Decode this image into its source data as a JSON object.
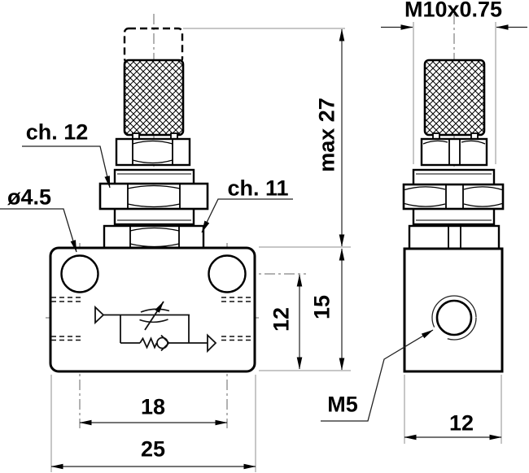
{
  "labels": {
    "thread_size": "M10x0.75",
    "max_height": "max 27",
    "wrench_large": "ch. 12",
    "wrench_small": "ch. 11",
    "mount_hole_diameter": "ø4.5",
    "dim_center_to_base": "12",
    "dim_body_height": "15",
    "dim_hole_spacing": "18",
    "dim_front_width": "25",
    "port_thread": "M5",
    "dim_side_width": "12"
  },
  "colors": {
    "line": "#000000",
    "dimension": "#222222",
    "extension": "#8f8f8f",
    "centerline": "#666666",
    "background": "#ffffff"
  }
}
